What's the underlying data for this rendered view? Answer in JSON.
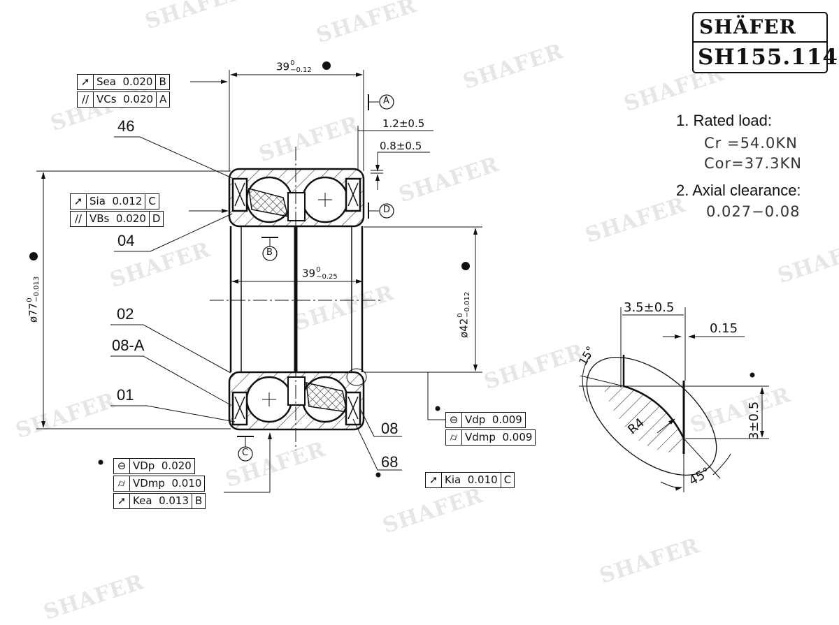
{
  "brand": {
    "name": "SHÄFER",
    "part_number": "SH155.114",
    "watermark": "SHAFER"
  },
  "specs": {
    "rated_load_label": "1. Rated load:",
    "cr": "Cr  =54.0KN",
    "cor": "Cor=37.3KN",
    "axial_clearance_label": "2. Axial clearance:",
    "axial_clearance_value": "0.027−0.08"
  },
  "dimensions": {
    "outer_width": {
      "nominal": "39",
      "upper": "0",
      "lower": "−0.12"
    },
    "inner_width": {
      "nominal": "39",
      "upper": "0",
      "lower": "−0.25"
    },
    "outer_diameter": {
      "nominal": "ø77",
      "upper": "0",
      "lower": "−0.013"
    },
    "inner_diameter": {
      "nominal": "ø42",
      "upper": "0",
      "lower": "−0.012"
    },
    "seal_offset_1": "1.2±0.5",
    "seal_offset_2": "0.8±0.5",
    "detail_width": "3.5±0.5",
    "detail_gap": "0.15",
    "detail_height": "3±0.5",
    "detail_radius": "R4",
    "detail_angle_1": "15°",
    "detail_angle_2": "45°"
  },
  "datums": [
    "A",
    "B",
    "C",
    "D"
  ],
  "tolerance_frames": [
    {
      "symbol": "runout-arrow",
      "label": "Sea",
      "value": "0.020",
      "datum": "B"
    },
    {
      "symbol": "parallel",
      "label": "VCs",
      "value": "0.020",
      "datum": "A"
    },
    {
      "symbol": "runout-arrow",
      "label": "Sia",
      "value": "0.012",
      "datum": "C"
    },
    {
      "symbol": "parallel",
      "label": "VBs",
      "value": "0.020",
      "datum": "D"
    },
    {
      "symbol": "circularity",
      "label": "VDp",
      "value": "0.020",
      "datum": ""
    },
    {
      "symbol": "cylindricity",
      "label": "VDmp",
      "value": "0.010",
      "datum": ""
    },
    {
      "symbol": "runout-arrow",
      "label": "Kea",
      "value": "0.013",
      "datum": "B"
    },
    {
      "symbol": "circularity",
      "label": "Vdp",
      "value": "0.009",
      "datum": ""
    },
    {
      "symbol": "cylindricity",
      "label": "Vdmp",
      "value": "0.009",
      "datum": ""
    },
    {
      "symbol": "runout-arrow",
      "label": "Kia",
      "value": "0.010",
      "datum": "C"
    }
  ],
  "part_labels": [
    "46",
    "04",
    "02",
    "08-A",
    "01",
    "08",
    "68"
  ]
}
